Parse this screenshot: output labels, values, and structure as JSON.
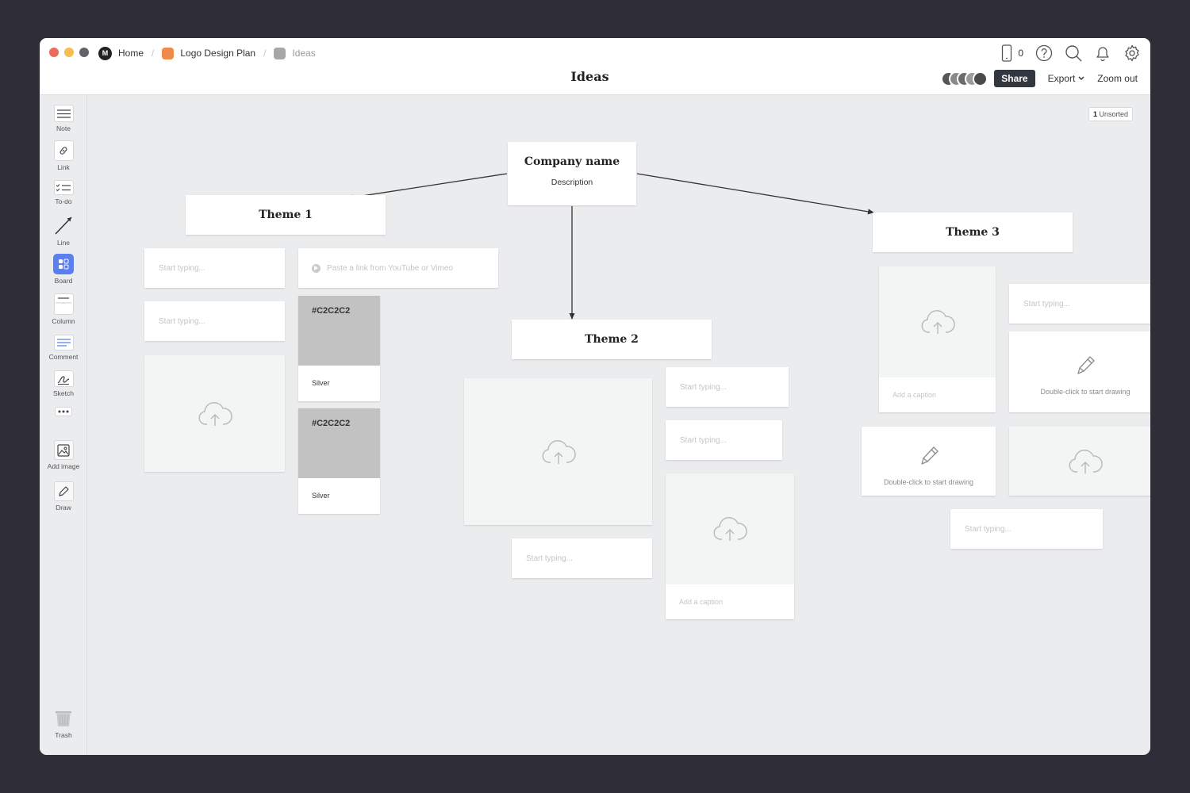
{
  "window": {
    "traffic_colors": [
      "#ee6a5f",
      "#f5be4f",
      "#62646a"
    ]
  },
  "breadcrumbs": [
    {
      "label": "Home",
      "icon": "milanote-logo-icon"
    },
    {
      "label": "Logo Design Plan",
      "color": "#f08a4b"
    },
    {
      "label": "Ideas",
      "color": "#a6a7ab"
    }
  ],
  "header": {
    "title": "Ideas",
    "device_count": "0",
    "share_label": "Share",
    "export_label": "Export",
    "zoom_label": "Zoom out",
    "icons": [
      "phone-icon",
      "help-icon",
      "search-icon",
      "bell-icon",
      "gear-icon"
    ]
  },
  "sidebar": {
    "tools": [
      {
        "label": "Note",
        "icon": "note-icon"
      },
      {
        "label": "Link",
        "icon": "link-icon"
      },
      {
        "label": "To-do",
        "icon": "todo-icon"
      },
      {
        "label": "Line",
        "icon": "line-icon"
      },
      {
        "label": "Board",
        "icon": "board-icon"
      },
      {
        "label": "Column",
        "icon": "column-icon"
      },
      {
        "label": "Comment",
        "icon": "comment-icon"
      },
      {
        "label": "Sketch",
        "icon": "sketch-icon"
      },
      {
        "label": "",
        "icon": "more-icon"
      },
      {
        "label": "Add image",
        "icon": "image-icon"
      },
      {
        "label": "Draw",
        "icon": "pen-icon"
      }
    ],
    "trash_label": "Trash"
  },
  "canvas": {
    "unsorted_count": "1",
    "unsorted_label": "Unsorted",
    "company": {
      "name": "Company name",
      "description": "Description"
    },
    "themes": [
      "Theme 1",
      "Theme 2",
      "Theme 3"
    ],
    "note_placeholder": "Start typing...",
    "link_placeholder": "Paste a link from YouTube or Vimeo",
    "caption_placeholder": "Add a caption",
    "sketch_prompt": "Double-click to start drawing",
    "swatches": [
      {
        "hex": "#C2C2C2",
        "name": "Silver"
      },
      {
        "hex": "#C2C2C2",
        "name": "Silver"
      }
    ]
  }
}
